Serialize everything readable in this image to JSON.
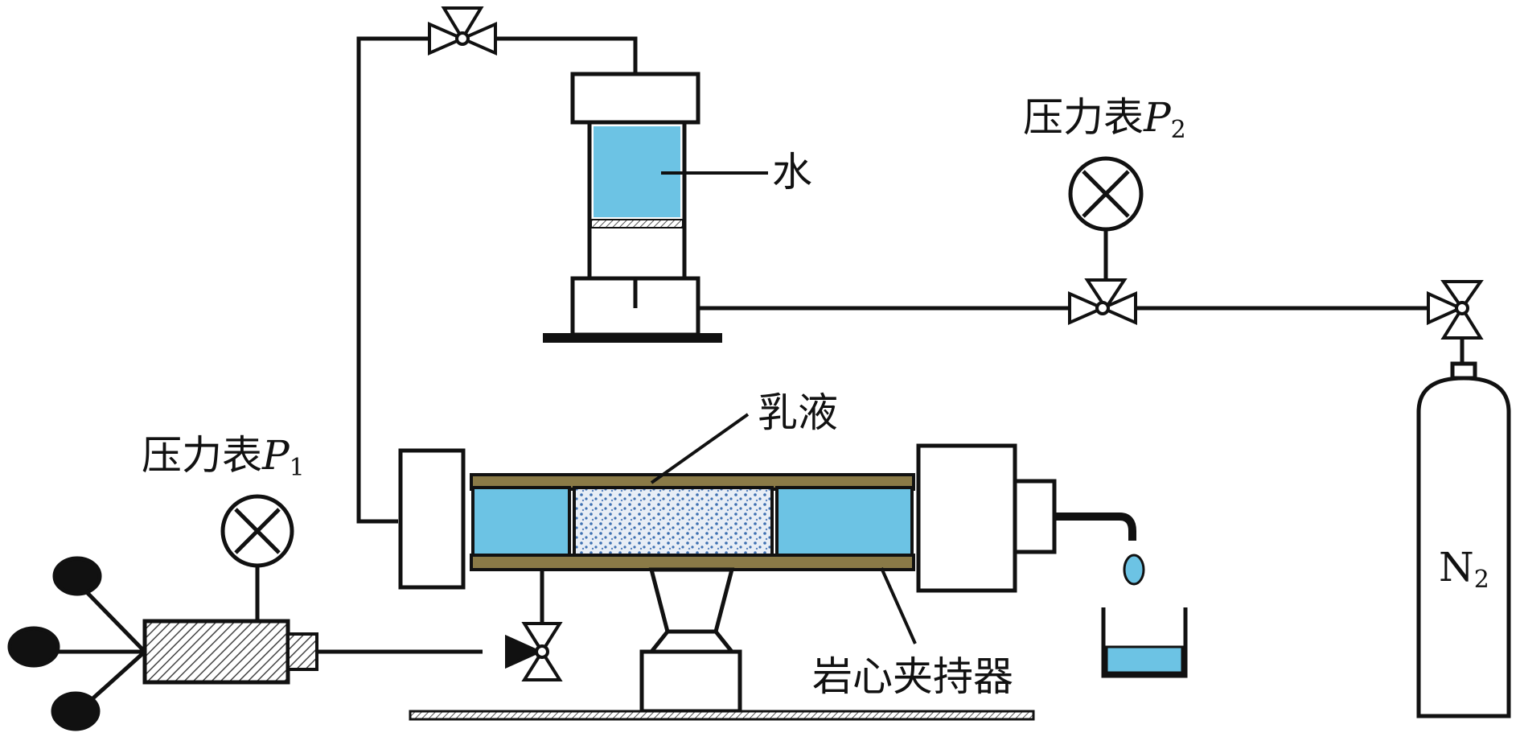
{
  "labels": {
    "water": "水",
    "emulsion": "乳液",
    "core_holder": "岩心夹持器",
    "gauge_p1": {
      "text": "压力表",
      "symbol": "P",
      "subscript": "1"
    },
    "gauge_p2": {
      "text": "压力表",
      "symbol": "P",
      "subscript": "2"
    },
    "nitrogen": {
      "symbol": "N",
      "subscript": "2"
    }
  },
  "colors": {
    "line": "#111111",
    "water_blue": "#6cc3e4",
    "holder_tan": "#8a7a47",
    "core_dots": "#3d6fb0",
    "hatch": "#555555"
  },
  "icons": [
    "valve-icon",
    "pressure-gauge-icon",
    "gas-cylinder-icon",
    "hand-pump-icon"
  ]
}
